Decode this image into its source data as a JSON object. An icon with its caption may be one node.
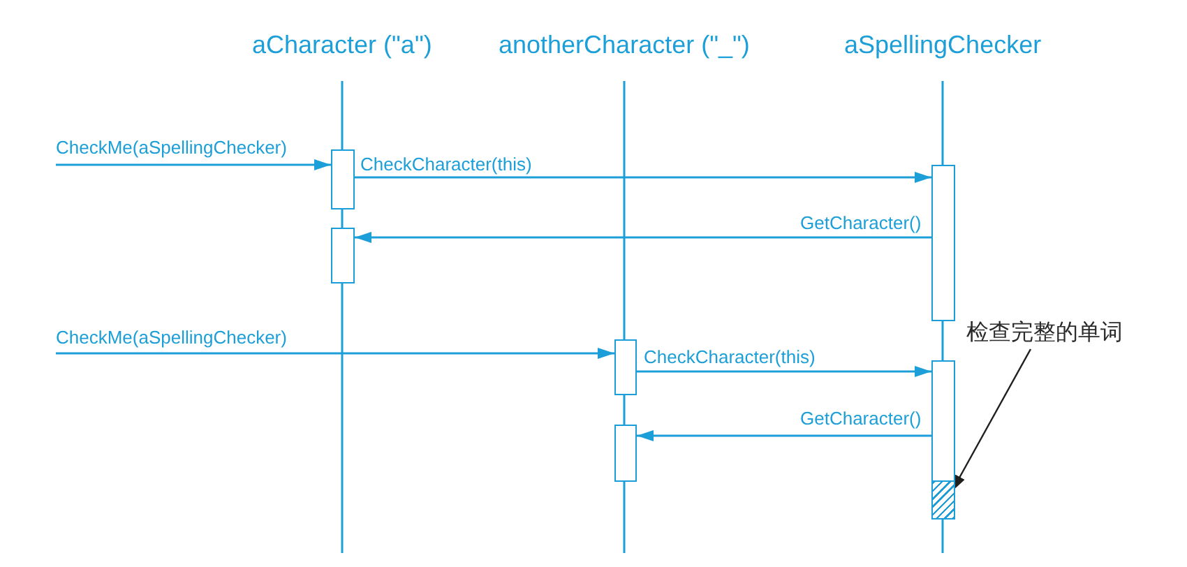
{
  "diagram": {
    "nodes": [
      {
        "text": [],
        "shape": "bar"
      },
      {
        "text": [],
        "shape": "bar"
      },
      {
        "text": [],
        "shape": "bar"
      },
      {
        "text": [],
        "shape": "bar"
      },
      {
        "text": [],
        "shape": "bar"
      },
      {
        "text": [],
        "shape": "bar"
      },
      {
        "text": [
          "检查完整的单词"
        ]
      },
      {
        "text": [],
        "shape": "bar",
        "in": 5
      }
    ],
    "edges": [
      {
        "from": null,
        "to": 0,
        "arrow": "to",
        "label": "CheckMe(aSpellingChecker)"
      },
      {
        "from": 0,
        "to": 2,
        "arrow": "to",
        "label": "CheckCharacter(this)"
      },
      {
        "from": 2,
        "to": 1,
        "arrow": "to",
        "label": "GetCharacter()"
      },
      {
        "from": null,
        "to": 3,
        "arrow": "to",
        "label": "CheckMe(aSpellingChecker)"
      },
      {
        "from": 3,
        "to": 5,
        "arrow": "to",
        "label": "CheckCharacter(this)"
      },
      {
        "from": 5,
        "to": 4,
        "arrow": "to",
        "label": "GetCharacter()"
      },
      {
        "from": 6,
        "to": 7,
        "arrow": "to",
        "color": "#1f1f1f"
      }
    ],
    "labels": [
      "aCharacter (\"a\")",
      "anotherCharacter (\"_\")",
      "aSpellingChecker"
    ]
  }
}
